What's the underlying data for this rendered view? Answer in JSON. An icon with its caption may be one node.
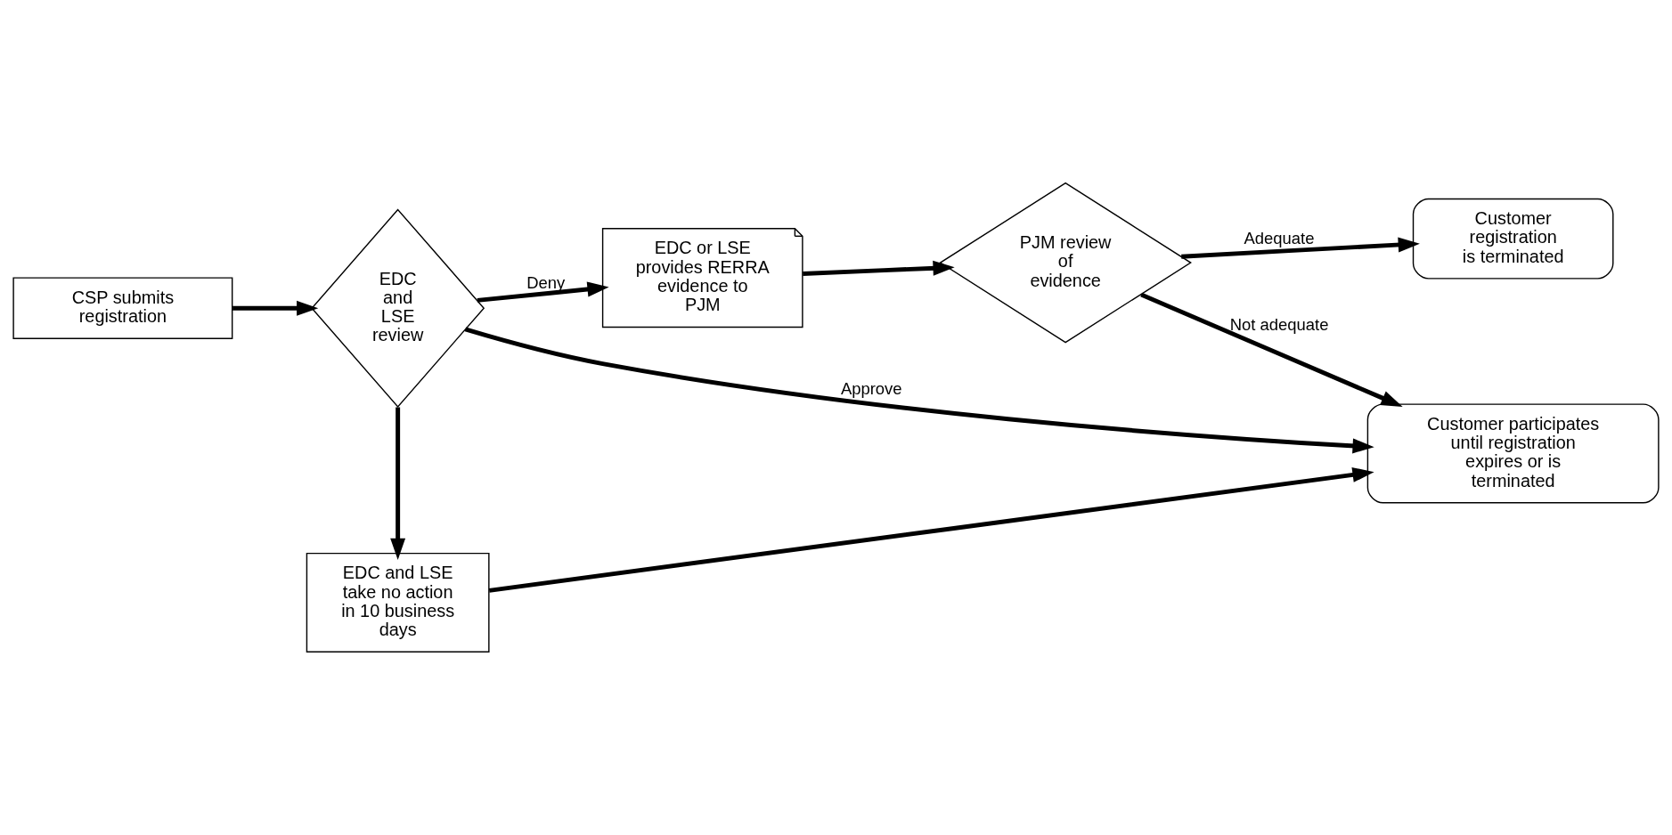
{
  "diagram": {
    "nodes": [
      {
        "text": [
          "Customer participates until registration expires or is terminated"
        ]
      },
      {
        "text": [
          "CSP submits registration"
        ]
      },
      {
        "text": [
          "EDC and LSE review"
        ]
      },
      {
        "text": [
          "EDC or LSE provides RERRA evidence to PJM"
        ]
      },
      {
        "text": [
          "PJM review of evidence"
        ]
      },
      {
        "text": [
          "Customer registration is terminated"
        ]
      },
      {
        "text": [
          "EDC and LSE take no action in 10 business days"
        ]
      }
    ],
    "edges": [
      {
        "from": 1,
        "to": 2,
        "arrow": "to"
      },
      {
        "from": 2,
        "to": 0,
        "arrow": "to",
        "label": "Approve"
      },
      {
        "from": 2,
        "to": 3,
        "arrow": "to",
        "label": "Deny"
      },
      {
        "from": 3,
        "to": 4,
        "arrow": "to"
      },
      {
        "from": 4,
        "to": 0,
        "arrow": "to",
        "label": "Not adequate"
      },
      {
        "from": 4,
        "to": 5,
        "arrow": "to",
        "label": "Adequate"
      },
      {
        "from": 2,
        "to": 6,
        "arrow": "to"
      },
      {
        "from": 6,
        "to": 0,
        "arrow": "to"
      }
    ]
  }
}
